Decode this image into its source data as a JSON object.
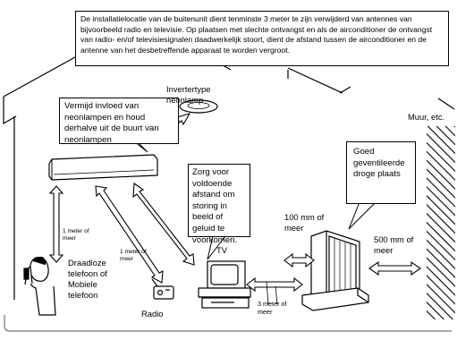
{
  "top_note": "De installatielocatie van de buitenunit dient tenminste 3 meter te zijn verwijderd van antennes van bijvoorbeeld radio en televisie. Op plaatsen met slechte ontvangst en als de airconditioner de ontvangst van radio- en/of televisiesignalen daadwerkelijk stoort, dient de afstand tussen de airconditioner en de antenne van het desbetreffende apparaat te worden vergroot.",
  "callouts": {
    "neon": "Vermijd invloed van neonlampen en houd derhalve uit de buurt van neonlampen",
    "interference": "Zorg voor voldoende afstand om storing in beeld of geluid te voorkomen.",
    "ventilated": "Goed geventileerde droge plaats"
  },
  "labels": {
    "inverter_lamp": "Invertertype neonlamp",
    "wall": "Muur, etc.",
    "distance_phone": "1 meter of meer",
    "distance_radio": "1 meter of meer",
    "phone": "Draadloze telefoon of Mobiele telefoon",
    "radio": "Radio",
    "tv": "TV",
    "distance_tv": "3 meter of meer",
    "distance_100mm": "100 mm of meer",
    "distance_500mm": "500 mm of meer"
  }
}
